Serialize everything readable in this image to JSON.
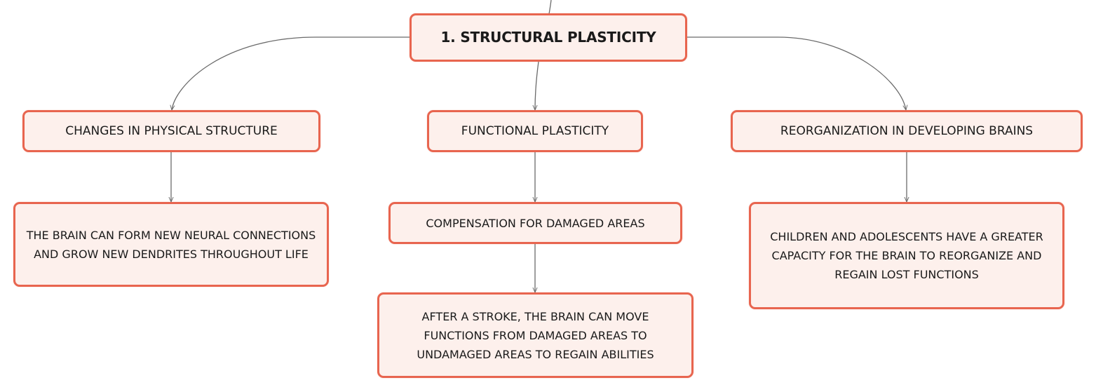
{
  "root": {
    "label": "1. STRUCTURAL PLASTICITY"
  },
  "branches": [
    {
      "label": "CHANGES IN PHYSICAL STRUCTURE",
      "children": [
        {
          "lines": [
            "THE BRAIN CAN FORM NEW NEURAL CONNECTIONS",
            "AND GROW NEW DENDRITES THROUGHOUT LIFE"
          ]
        }
      ]
    },
    {
      "label": "FUNCTIONAL PLASTICITY",
      "children": [
        {
          "lines": [
            "COMPENSATION FOR DAMAGED AREAS"
          ]
        },
        {
          "lines": [
            "AFTER A STROKE, THE BRAIN CAN MOVE",
            "FUNCTIONS FROM DAMAGED AREAS TO",
            "UNDAMAGED AREAS TO REGAIN ABILITIES"
          ]
        }
      ]
    },
    {
      "label": "REORGANIZATION IN DEVELOPING BRAINS",
      "children": [
        {
          "lines": [
            "CHILDREN AND ADOLESCENTS HAVE A GREATER",
            "CAPACITY FOR THE BRAIN TO REORGANIZE AND",
            "REGAIN LOST FUNCTIONS"
          ]
        }
      ]
    }
  ],
  "colors": {
    "node_border": "#e8654f",
    "node_fill": "#fdf0ec",
    "connector": "#6b6b6b",
    "text": "#1a1a1a"
  }
}
